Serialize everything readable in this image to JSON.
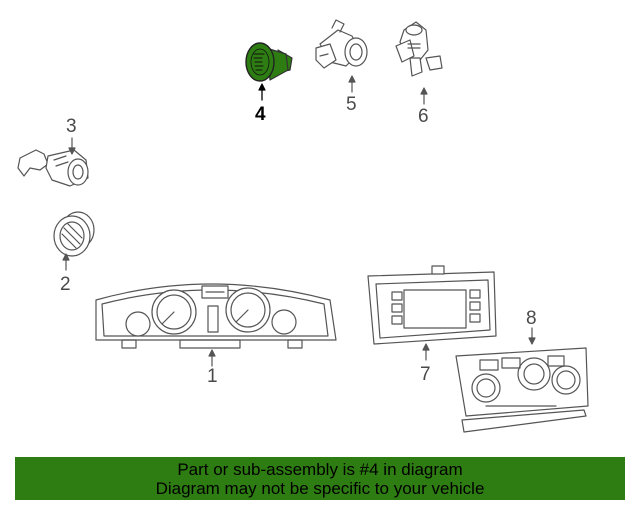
{
  "callouts": {
    "c1": "1",
    "c2": "2",
    "c3": "3",
    "c4": "4",
    "c5": "5",
    "c6": "6",
    "c7": "7",
    "c8": "8"
  },
  "highlight": {
    "part": "4",
    "color": "#2e7d13"
  },
  "footer": {
    "line1": "Part or sub-assembly is #4 in diagram",
    "line2": "Diagram may not be specific to your vehicle"
  }
}
